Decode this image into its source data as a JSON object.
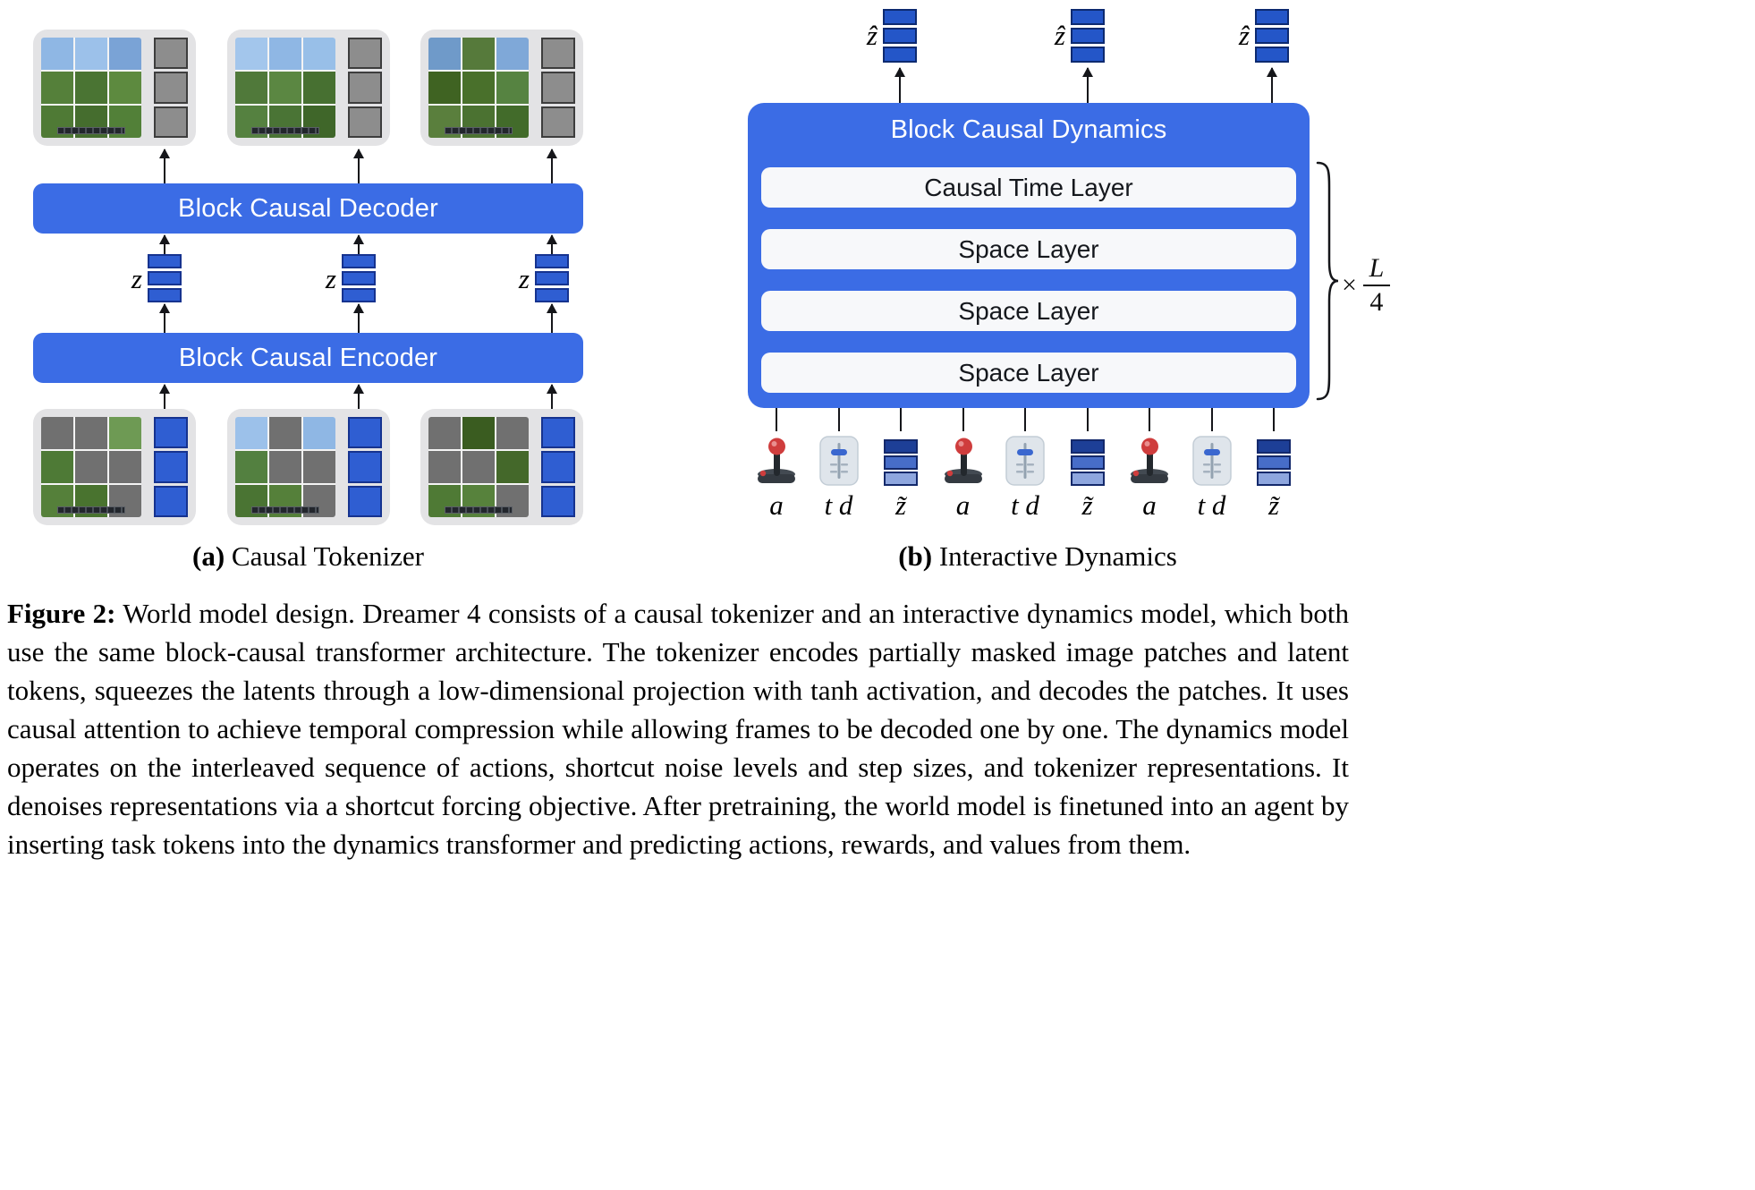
{
  "colors": {
    "accent_blue": "#3b6ce5",
    "frame_bg": "#e3e3e5",
    "mask_gray": "#707070",
    "token_gray": "#8d8d8d",
    "token_gray_border": "#3d3d3d",
    "token_blue": "#2f5ed2",
    "token_blue_border": "#16338f",
    "zhat_blue": "#2456c8",
    "zhat_border": "#0d2a70",
    "layer_bg": "#f7f8fa",
    "line_dark": "#15161a"
  },
  "panel_a": {
    "caption_label": "(a)",
    "caption_text": "Causal Tokenizer",
    "decoder_label": "Block Causal Decoder",
    "encoder_label": "Block Causal Encoder",
    "z_label": "z",
    "top_frames": [
      {
        "cells": [
          "#8fb7e4",
          "#9cc1ea",
          "#7aa3d6",
          "#55803a",
          "#4a7433",
          "#5d8a3f",
          "#4f7a35",
          "#456d2e",
          "#528038"
        ],
        "tokens": "gray",
        "hotbar": true
      },
      {
        "cells": [
          "#a3c6ec",
          "#8fb7e4",
          "#98bfe8",
          "#50793a",
          "#5b8742",
          "#477031",
          "#558140",
          "#4a7435",
          "#3f6629"
        ],
        "tokens": "gray",
        "hotbar": true
      },
      {
        "cells": [
          "#6f9ac9",
          "#567a3b",
          "#7fa8d8",
          "#3f6322",
          "#49702b",
          "#568341",
          "#5a7f3d",
          "#4b7231",
          "#426b2a"
        ],
        "tokens": "gray",
        "hotbar": true
      }
    ],
    "bottom_frames": [
      {
        "cells": [
          "mask",
          "mask",
          "#6e9a54",
          "#4e7a36",
          "mask",
          "mask",
          "#55803a",
          "#49732f",
          "mask"
        ],
        "tokens": "blue",
        "hotbar": true
      },
      {
        "cells": [
          "#9cc1ea",
          "mask",
          "#8fb7e4",
          "#538040",
          "mask",
          "mask",
          "#4a7433",
          "#55803a",
          "mask"
        ],
        "tokens": "blue",
        "hotbar": true
      },
      {
        "cells": [
          "mask",
          "#3a5c20",
          "mask",
          "mask",
          "mask",
          "#44682a",
          "#4f7a35",
          "#57823c",
          "mask"
        ],
        "tokens": "blue",
        "hotbar": true
      }
    ]
  },
  "panel_b": {
    "caption_label": "(b)",
    "caption_text": "Interactive Dynamics",
    "title": "Block Causal Dynamics",
    "layers": [
      "Causal Time Layer",
      "Space Layer",
      "Space Layer",
      "Space Layer"
    ],
    "zhat_label": "ẑ",
    "repeat": {
      "symbol": "×",
      "numerator": "L",
      "denominator": "4"
    },
    "inputs": [
      {
        "icon": "joystick-icon",
        "label": "a"
      },
      {
        "icon": "slider-icon",
        "label": "t d"
      },
      {
        "icon": "token-stack-icon",
        "label": "z̃",
        "cells": [
          "#1d3f97",
          "#476dc9",
          "#8ea6de"
        ]
      },
      {
        "icon": "joystick-icon",
        "label": "a"
      },
      {
        "icon": "slider-icon",
        "label": "t d"
      },
      {
        "icon": "token-stack-icon",
        "label": "z̃",
        "cells": [
          "#1d3f97",
          "#476dc9",
          "#8ea6de"
        ]
      },
      {
        "icon": "joystick-icon",
        "label": "a"
      },
      {
        "icon": "slider-icon",
        "label": "t d"
      },
      {
        "icon": "token-stack-icon",
        "label": "z̃",
        "cells": [
          "#1d3f97",
          "#476dc9",
          "#8ea6de"
        ]
      }
    ]
  },
  "figure_caption": {
    "label": "Figure 2:",
    "text": "World model design. Dreamer 4 consists of a causal tokenizer and an interactive dynamics model, which both use the same block-causal transformer architecture. The tokenizer encodes partially masked image patches and latent tokens, squeezes the latents through a low-dimensional projection with tanh activation, and decodes the patches. It uses causal attention to achieve temporal compression while allowing frames to be decoded one by one. The dynamics model operates on the interleaved sequence of actions, shortcut noise levels and step sizes, and tokenizer representations. It denoises representations via a shortcut forcing objective. After pretraining, the world model is finetuned into an agent by inserting task tokens into the dynamics transformer and predicting actions, rewards, and values from them."
  }
}
